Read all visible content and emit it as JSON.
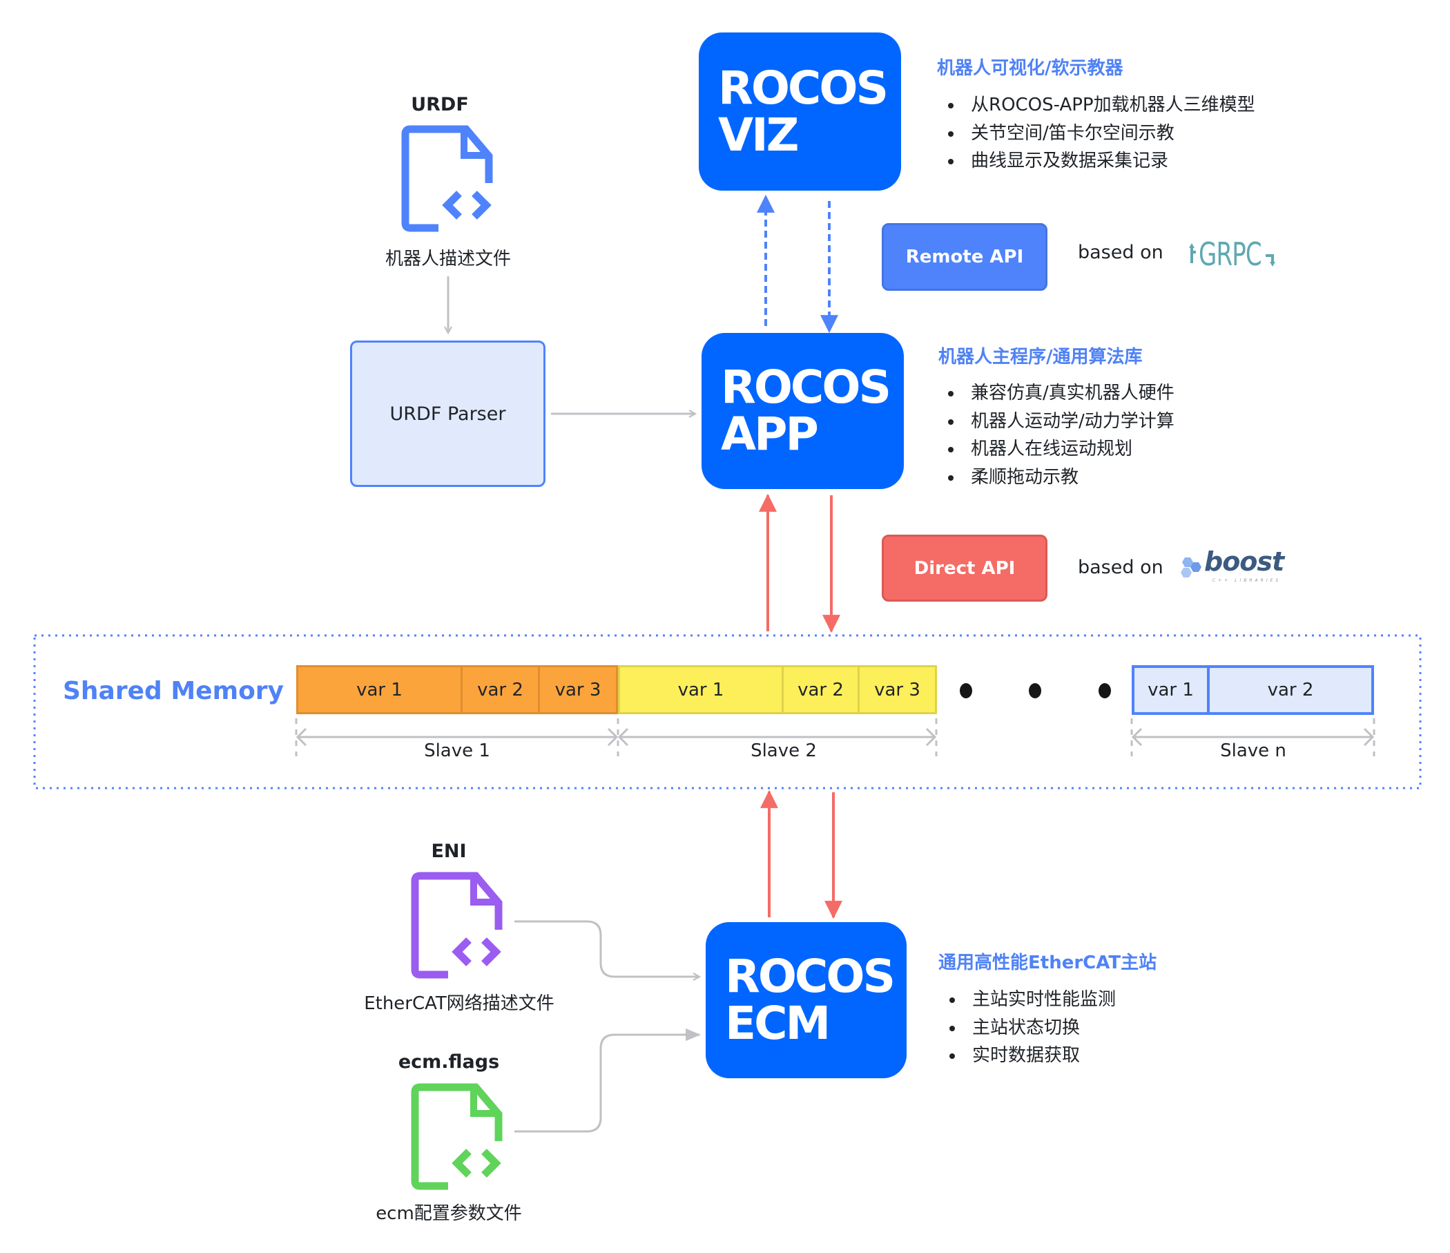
{
  "urdf": {
    "title": "URDF",
    "caption": "机器人描述文件",
    "icon": "code-file-icon",
    "color": "#4f83fc"
  },
  "parser": {
    "label": "URDF Parser"
  },
  "viz": {
    "line1": "ROCOS",
    "line2": "VIZ",
    "desc_title": "机器人可视化/软示教器",
    "bullets": [
      "从ROCOS-APP加载机器人三维模型",
      "关节空间/笛卡尔空间示教",
      "曲线显示及数据采集记录"
    ]
  },
  "remote_api": {
    "label": "Remote API",
    "based_on": "based on",
    "logo": "GRPC",
    "logo_color": "#5fa8b1"
  },
  "app": {
    "line1": "ROCOS",
    "line2": "APP",
    "desc_title": "机器人主程序/通用算法库",
    "bullets": [
      "兼容仿真/真实机器人硬件",
      "机器人运动学/动力学计算",
      "机器人在线运动规划",
      "柔顺拖动示教"
    ]
  },
  "direct_api": {
    "label": "Direct API",
    "based_on": "based on",
    "logo": "boost",
    "logo_sub": "C++ LIBRARIES",
    "logo_color": "#3d5a80"
  },
  "shared_memory": {
    "label": "Shared Memory",
    "slaves": [
      {
        "label": "Slave 1",
        "vars": [
          "var 1",
          "var 2",
          "var 3"
        ],
        "color": "#fca43c"
      },
      {
        "label": "Slave 2",
        "vars": [
          "var 1",
          "var 2",
          "var 3"
        ],
        "color": "#fdef59"
      },
      {
        "label": "Slave n",
        "vars": [
          "var 1",
          "var 2"
        ],
        "color": "#e0eafc"
      }
    ],
    "ellipsis": "• • •"
  },
  "eni": {
    "title": "ENI",
    "caption": "EtherCAT网络描述文件",
    "icon": "code-file-icon",
    "color": "#9b5cf0"
  },
  "flags": {
    "title": "ecm.flags",
    "caption": "ecm配置参数文件",
    "icon": "code-file-icon",
    "color": "#5fd35a"
  },
  "ecm": {
    "line1": "ROCOS",
    "line2": "ECM",
    "desc_title": "通用高性能EtherCAT主站",
    "bullets": [
      "主站实时性能监测",
      "主站状态切换",
      "实时数据获取"
    ]
  },
  "colors": {
    "rocos_blue": "#0066ff",
    "accent_blue": "#4f82f5",
    "red_arrow": "#f56b66",
    "gray_arrow": "#bfc1c4"
  }
}
